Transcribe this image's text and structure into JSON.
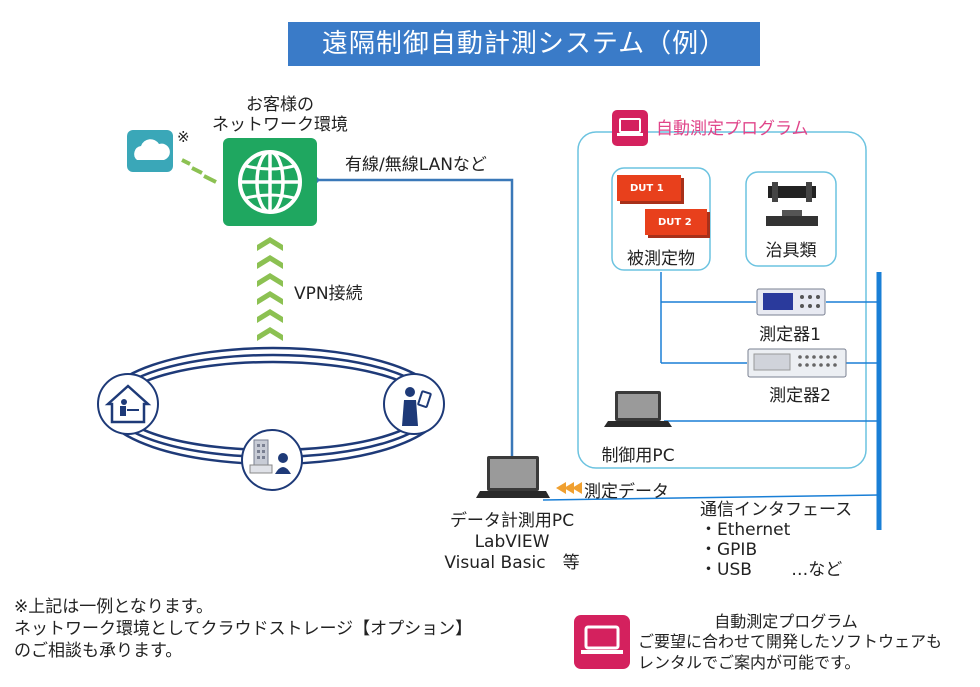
{
  "title": "遠隔制御自動計測システム（例）",
  "customer_network": {
    "line1": "お客様の",
    "line2": "ネットワーク環境",
    "cloud_note": "※"
  },
  "connection_label": "有線/無線LANなど",
  "vpn_label": "VPN接続",
  "program_box": {
    "label": "自動測定プログラム",
    "dut": {
      "chip1": "DUT 1",
      "chip2": "DUT 2",
      "label": "被測定物"
    },
    "fixture_label": "治具類",
    "instrument1": "測定器1",
    "instrument2": "測定器2",
    "control_pc": "制御用PC"
  },
  "data_label": "測定データ",
  "measurement_pc": {
    "line1": "データ計測用PC",
    "line2": "LabVIEW",
    "line3": "Visual Basic　等"
  },
  "interfaces": {
    "title": "通信インタフェース",
    "items": [
      "・Ethernet",
      "・GPIB",
      "・USB　　 …など"
    ]
  },
  "footnote": {
    "line1": "※上記は一例となります。",
    "line2": "ネットワーク環境としてクラウドストレージ【オプション】",
    "line3": "のご相談も承ります。"
  },
  "legend": {
    "title": "自動測定プログラム",
    "line1": "ご要望に合わせて開発したソフトウェアも",
    "line2": "レンタルでご案内が可能です。"
  },
  "colors": {
    "title_bg": "#3a7bc8",
    "globe_green": "#1fa760",
    "program_pink": "#d4215e",
    "bus_blue": "#1a7fd6",
    "line_blue": "#3a78b8",
    "vpn_green": "#8cc152",
    "dut_orange": "#e8401c"
  },
  "icons": [
    "cloud-icon",
    "globe-icon",
    "home-office-icon",
    "office-building-icon",
    "mobile-worker-icon",
    "laptop-icon",
    "monitor-icon",
    "chip-icon",
    "instrument-icon",
    "arrow-icon"
  ]
}
